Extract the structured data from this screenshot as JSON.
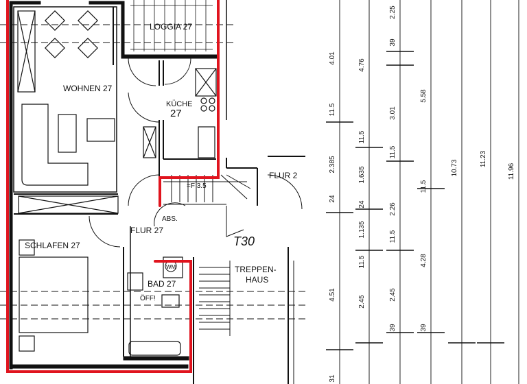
{
  "plan": {
    "accent_color": "#e0141e",
    "rooms": {
      "loggia": "LOGGIA 27",
      "wohnen": "WOHNEN 27",
      "kueche_name": "KÜCHE",
      "kueche_no": "27",
      "flur": "FLUR 27",
      "schlafen": "SCHLAFEN 27",
      "bad": "BAD 27",
      "oeffi": "ÖFF!",
      "wm": "WM",
      "abs": "ABS.",
      "flur_neighbor": "FLUR 2",
      "treppenhaus_1": "TREPPEN-",
      "treppenhaus_2": "HAUS",
      "door_rating": "T30",
      "stair_note": "=F 3.5"
    },
    "dimension_chains": [
      [
        "4.01",
        "11.5",
        "2.385",
        "24",
        "4.51",
        "31"
      ],
      [
        "4.76",
        "11.5",
        "1.635",
        "24",
        "1.135",
        "11.5",
        "2.45"
      ],
      [
        "2.25",
        "39",
        "3.01",
        "11.5",
        "2.26",
        "11.5",
        "2.45",
        "39"
      ],
      [
        "5.58",
        "11.5",
        "4.28",
        "39"
      ],
      [
        "10.73"
      ],
      [
        "11.23"
      ],
      [
        "11.96"
      ]
    ]
  }
}
